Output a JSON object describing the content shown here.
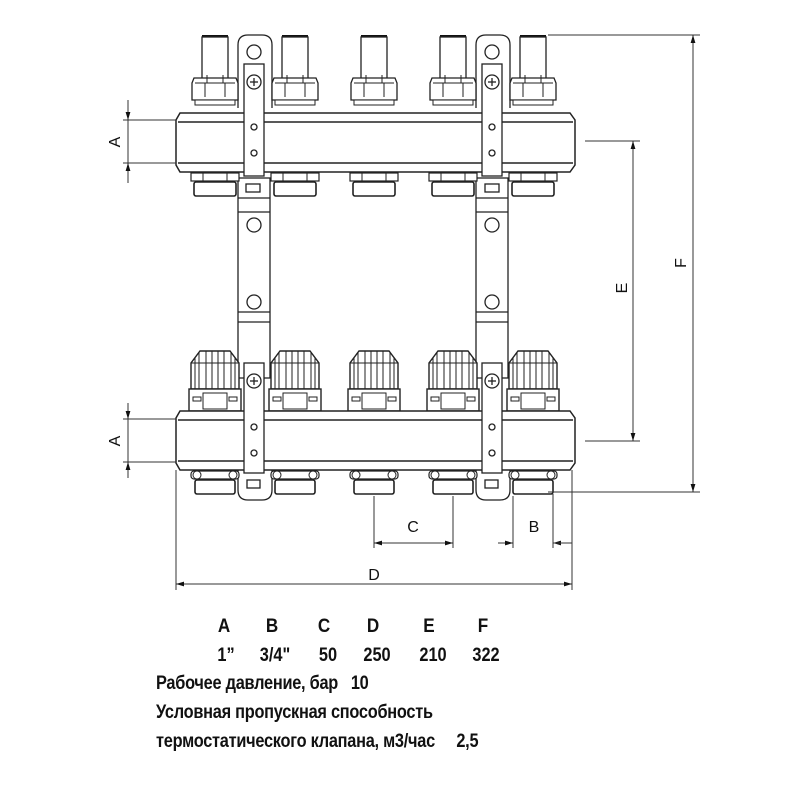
{
  "diagram": {
    "subject": "manifold-with-5-outlets",
    "outlets_per_rail": 5,
    "dimension_labels": {
      "A_top": "A",
      "A_bottom": "A",
      "B": "B",
      "C": "C",
      "D": "D",
      "E": "E",
      "F": "F"
    }
  },
  "specs_table": {
    "headers": [
      "A",
      "B",
      "C",
      "D",
      "E",
      "F"
    ],
    "values": [
      "1”",
      "3/4\"",
      "50",
      "250",
      "210",
      "322"
    ]
  },
  "properties": {
    "working_pressure_label": "Рабочее давление, бар",
    "working_pressure_value": "10",
    "flow_capacity_label_line1": "Условная пропускная способность",
    "flow_capacity_label_line2": "термостатического клапана, м3/час",
    "flow_capacity_value": "2,5"
  }
}
